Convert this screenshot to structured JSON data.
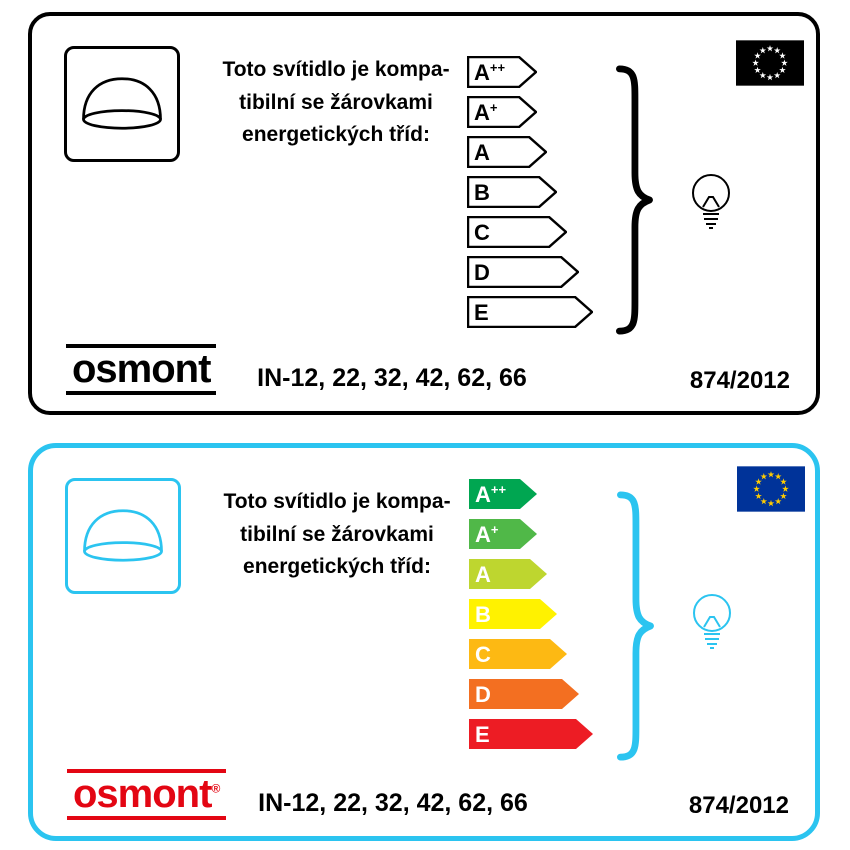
{
  "css_vars": {
    "mono-accent": "#000000",
    "color-accent": "#2bc4f0",
    "brand-red": "#e30613",
    "eu-blue": "#003399",
    "eu-star-yellow": "#ffcc00"
  },
  "cards": [
    {
      "variant": "monochrome",
      "compat_text": {
        "line1": "Toto svítidlo je kompa-",
        "line2": "tibilní se žárovkami",
        "line3": "energetických tříd:"
      },
      "classes": [
        {
          "base": "A",
          "sup": "++",
          "fill": "#ffffff",
          "stroke": "#000000",
          "letter": "#000000"
        },
        {
          "base": "A",
          "sup": "+",
          "fill": "#ffffff",
          "stroke": "#000000",
          "letter": "#000000"
        },
        {
          "base": "A",
          "sup": "",
          "fill": "#ffffff",
          "stroke": "#000000",
          "letter": "#000000"
        },
        {
          "base": "B",
          "sup": "",
          "fill": "#ffffff",
          "stroke": "#000000",
          "letter": "#000000"
        },
        {
          "base": "C",
          "sup": "",
          "fill": "#ffffff",
          "stroke": "#000000",
          "letter": "#000000"
        },
        {
          "base": "D",
          "sup": "",
          "fill": "#ffffff",
          "stroke": "#000000",
          "letter": "#000000"
        },
        {
          "base": "E",
          "sup": "",
          "fill": "#ffffff",
          "stroke": "#000000",
          "letter": "#000000"
        }
      ],
      "eu_flag": {
        "bg": "#000000",
        "star": "#ffffff"
      },
      "brand": "osmont",
      "brand_mark": "",
      "models": "IN-12, 22, 32, 42, 62, 66",
      "regulation": "874/2012"
    },
    {
      "variant": "color",
      "compat_text": {
        "line1": "Toto svítidlo je kompa-",
        "line2": "tibilní se žárovkami",
        "line3": "energetických tříd:"
      },
      "classes": [
        {
          "base": "A",
          "sup": "++",
          "fill": "#00a651",
          "stroke": "none",
          "letter": "#ffffff"
        },
        {
          "base": "A",
          "sup": "+",
          "fill": "#50b848",
          "stroke": "none",
          "letter": "#ffffff"
        },
        {
          "base": "A",
          "sup": "",
          "fill": "#bed62f",
          "stroke": "none",
          "letter": "#ffffff"
        },
        {
          "base": "B",
          "sup": "",
          "fill": "#fff200",
          "stroke": "none",
          "letter": "#ffffff"
        },
        {
          "base": "C",
          "sup": "",
          "fill": "#fdb913",
          "stroke": "none",
          "letter": "#ffffff"
        },
        {
          "base": "D",
          "sup": "",
          "fill": "#f36f21",
          "stroke": "none",
          "letter": "#ffffff"
        },
        {
          "base": "E",
          "sup": "",
          "fill": "#ed1c24",
          "stroke": "none",
          "letter": "#ffffff"
        }
      ],
      "eu_flag": {
        "bg": "#003399",
        "star": "#ffcc00"
      },
      "brand": "osmont",
      "brand_mark": "®",
      "models": "IN-12, 22, 32, 42, 62, 66",
      "regulation": "874/2012"
    }
  ]
}
